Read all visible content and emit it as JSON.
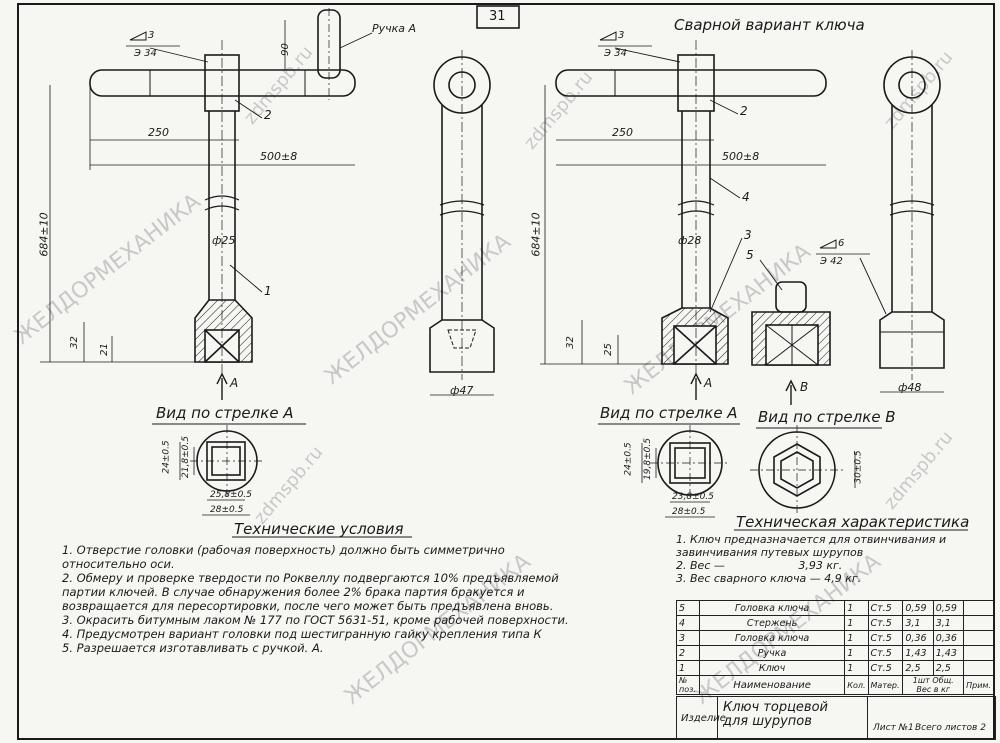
{
  "page": {
    "number": "31"
  },
  "headings": {
    "welded_variant": "Сварной вариант ключа",
    "handle_a": "Ручка А",
    "view_a_left": "Вид по стрелке А",
    "view_a_right": "Вид по стрелке А",
    "view_b": "Вид по стрелке В",
    "tech_conditions": "Технические условия",
    "tech_spec": "Техническая характеристика"
  },
  "dimensions": {
    "d90": "90",
    "d250_left": "250",
    "d500_left": "500±8",
    "d684_left": "684±10",
    "d25": "ф25",
    "d32_left": "32",
    "d21": "21",
    "d47": "ф47",
    "d250_right": "250",
    "d500_right": "500±8",
    "d684_right": "684±10",
    "d28": "ф28",
    "d32_right": "32",
    "d25_right": "25",
    "d48": "ф48",
    "v24_left": "24±0.5",
    "v218": "21,8±0.5",
    "v258": "25,8±0.5",
    "v28_left": "28±0.5",
    "v24_right": "24±0.5",
    "v198": "19,8±0.5",
    "v238": "23,8±0.5",
    "v28_right": "28±0.5",
    "v30": "30±0.5"
  },
  "welds": {
    "w1": "3",
    "w1_code": "Э 34",
    "w2": "3",
    "w2_code": "Э 34",
    "w3": "6",
    "w3_code": "Э 42"
  },
  "callouts": {
    "c1": "1",
    "c2_left": "2",
    "c2_right": "2",
    "c3": "3",
    "c4": "4",
    "c5": "5",
    "arrow_a_left": "А",
    "arrow_a_right": "А",
    "arrow_b": "В"
  },
  "tech_conditions": [
    {
      "num": "1.",
      "text": "Отверстие головки (рабочая поверхность) должно быть симметрично относительно оси."
    },
    {
      "num": "2.",
      "text": "Обмеру и проверке твердости по Роквеллу подвергаются 10% предъявляемой партии ключей. В случае обнаружения более 2% брака партия бракуется и возвращается для пересортировки, после чего может быть предъявлена вновь."
    },
    {
      "num": "3.",
      "text": "Окрасить битумным лаком № 177 по ГОСТ 5631-51, кроме рабочей поверхности."
    },
    {
      "num": "4.",
      "text": "Предусмотрен вариант головки под шестигранную гайку крепления типа К"
    },
    {
      "num": "5.",
      "text": "Разрешается изготавливать с ручкой. А."
    }
  ],
  "tech_spec": [
    {
      "num": "1.",
      "text": "Ключ предназначается для отвинчивания и завинчивания путевых шурупов"
    },
    {
      "num": "2.",
      "text": "Вес —",
      "value": "3,93 кг."
    },
    {
      "num": "3.",
      "text": "Вес сварного ключа —",
      "value": "4,9 кг."
    }
  ],
  "parts_table": {
    "rows": [
      {
        "pos": "5",
        "name": "Головка ключа",
        "qty": "1",
        "mat": "Ст.5",
        "w1": "0,59",
        "w2": "0,59"
      },
      {
        "pos": "4",
        "name": "Стержень",
        "qty": "1",
        "mat": "Ст.5",
        "w1": "3,1",
        "w2": "3,1"
      },
      {
        "pos": "3",
        "name": "Головка ключа",
        "qty": "1",
        "mat": "Ст.5",
        "w1": "0,36",
        "w2": "0,36"
      },
      {
        "pos": "2",
        "name": "Ручка",
        "qty": "1",
        "mat": "Ст.5",
        "w1": "1,43",
        "w2": "1,43"
      },
      {
        "pos": "1",
        "name": "Ключ",
        "qty": "1",
        "mat": "Ст.5",
        "w1": "2,5",
        "w2": "2,5"
      }
    ],
    "header": {
      "pos": "№ поз.",
      "name": "Наименование",
      "qty": "Кол.",
      "mat": "Матер.",
      "w1": "1шт",
      "w2": "Общ.",
      "weight": "Вес в кг",
      "note": "Прим."
    }
  },
  "title_block": {
    "izdelie": "Изделие",
    "title": "Ключ торцевой для шурупов",
    "sheet": "Лист №1",
    "sheets_total": "Всего листов 2"
  },
  "watermarks": {
    "brand": "ЖЕЛДОРМЕХАНИКА",
    "site": "zdmspb.ru"
  },
  "colors": {
    "ink": "#1a1a1a",
    "paper": "#f6f6f2",
    "watermark": "#c8c8c8"
  }
}
